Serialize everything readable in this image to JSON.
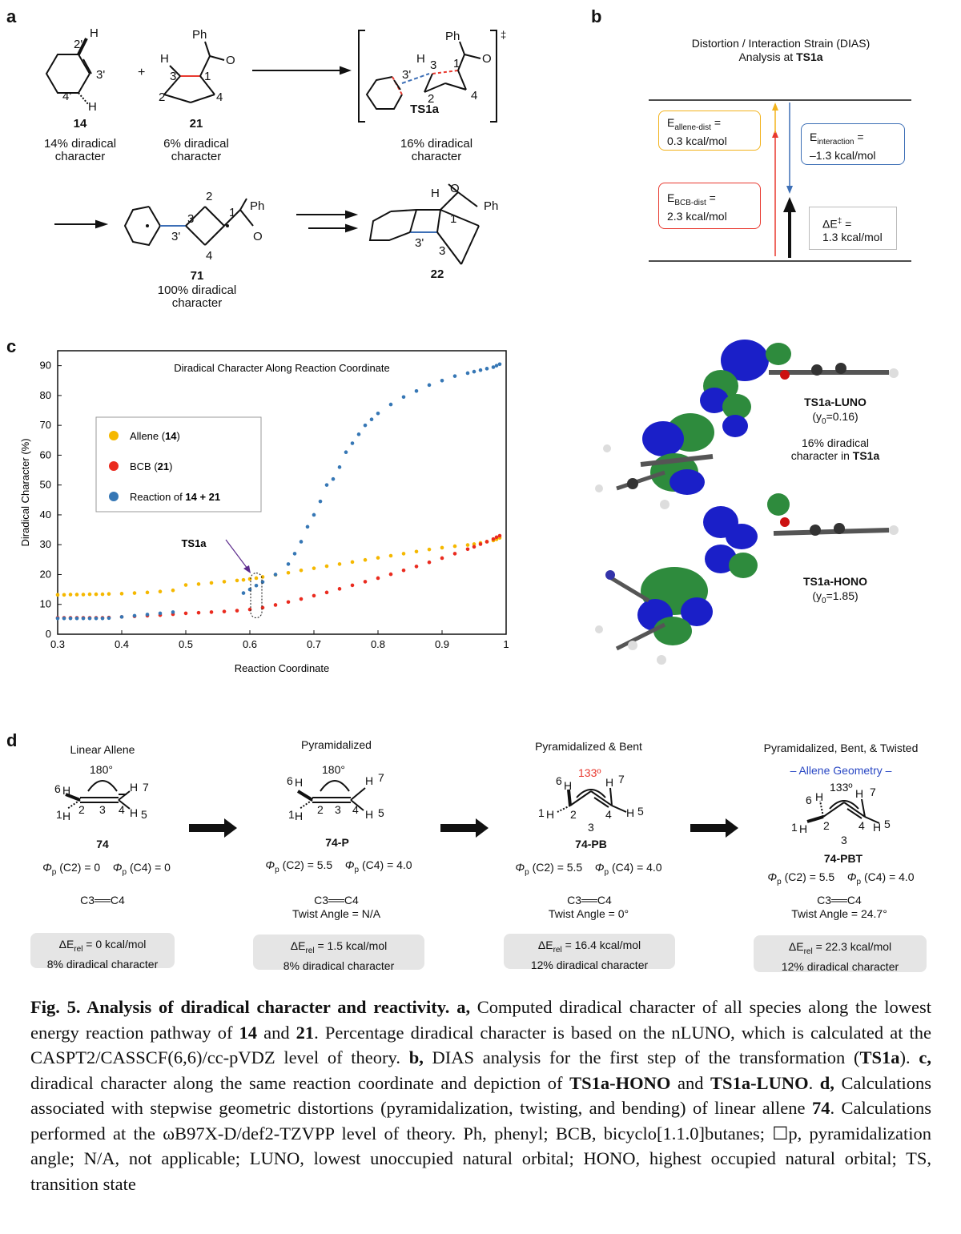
{
  "panels": {
    "a": {
      "letter": "a",
      "compound_14": "14",
      "label_14": "14% diradical\ncharacter",
      "compound_21": "21",
      "label_21": "6% diradical\ncharacter",
      "compound_ts": "TS1a",
      "label_ts": "16% diradical\ncharacter",
      "compound_71": "71",
      "label_71": "100% diradical\ncharacter",
      "compound_22": "22",
      "plus": "+",
      "dagger": "‡",
      "atom_labels": {
        "h": "H",
        "ph": "Ph",
        "o": "O",
        "c1": "1",
        "c2": "2",
        "c3": "3",
        "c4": "4",
        "c2p": "2'",
        "c3p": "3'",
        "c4p": "4'"
      }
    },
    "b": {
      "letter": "b",
      "title_line1": "Distortion / Interaction Strain (DIAS)",
      "title_line2_prefix": "Analysis at ",
      "title_line2_bold": "TS1a",
      "allene_label": "E",
      "allene_sub": "allene-dist",
      "allene_value": " =\n0.3 kcal/mol",
      "bcb_label": "E",
      "bcb_sub": "BCB-dist",
      "bcb_value": " =\n2.3 kcal/mol",
      "inter_label": "E",
      "inter_sub": "interaction",
      "inter_value": " =\n–1.3 kcal/mol",
      "barrier_label": "ΔE",
      "barrier_sup": "‡",
      "barrier_value": " =\n1.3 kcal/mol",
      "colors": {
        "allene": "#f2b21b",
        "bcb": "#e8392f",
        "inter": "#3d6fb6"
      }
    },
    "c": {
      "letter": "c",
      "luno_name": "TS1a-LUNO",
      "luno_y0": "(y",
      "luno_y0_sub": "0",
      "luno_y0_val": "=0.16)",
      "luno_note": "16% diradical\ncharacter in ",
      "luno_note_bold": "TS1a",
      "hono_name": "TS1a-HONO",
      "hono_y0": "(y",
      "hono_y0_sub": "0",
      "hono_y0_val": "=1.85)",
      "orbital_colors": {
        "lobe_a": "#1a1fc8",
        "lobe_b": "#2e8b3d"
      }
    },
    "d": {
      "letter": "d",
      "structures": [
        {
          "heading": "Linear Allene",
          "compound": "74",
          "angle": "180°",
          "phi_c2": "(C2) = 0",
          "phi_c4": "(C4) = 0",
          "bond": "C3══C4",
          "twist": "",
          "energy_prefix": "ΔE",
          "energy_sub": "rel",
          "energy_value": " = 0 kcal/mol",
          "diradical": "8% diradical character"
        },
        {
          "heading": "Pyramidalized",
          "compound": "74-P",
          "angle": "180°",
          "phi_c2": "(C2) = 5.5",
          "phi_c4": "(C4) = 4.0",
          "bond": "C3══C4",
          "twist": "Twist Angle  = N/A",
          "energy_prefix": "ΔE",
          "energy_sub": "rel",
          "energy_value": " =  1.5 kcal/mol",
          "diradical": "8% diradical character"
        },
        {
          "heading": "Pyramidalized & Bent",
          "compound": "74-PB",
          "angle": "133º",
          "phi_c2": "(C2) = 5.5",
          "phi_c4": "(C4) = 4.0",
          "bond": "C3══C4",
          "twist": "Twist Angle = 0°",
          "energy_prefix": "ΔE",
          "energy_sub": "rel",
          "energy_value": " = 16.4 kcal/mol",
          "diradical": "12% diradical character"
        },
        {
          "heading": "Pyramidalized, Bent, & Twisted",
          "compound": "74-PBT",
          "angle": "133º",
          "phi_c2": "(C2) = 5.5",
          "phi_c4": "(C4) = 4.0",
          "bond": "C3══C4",
          "twist": "Twist Angle  = 24.7°",
          "energy_prefix": "ΔE",
          "energy_sub": "rel",
          "energy_value": " = 22.3 kcal/mol",
          "diradical": "12% diradical character"
        }
      ],
      "allene_geometry": "– Allene Geometry –",
      "phi_symbol": "Φ",
      "phi_sub": "p",
      "atoms": {
        "h": "H",
        "n1": "1",
        "n2": "2",
        "n3": "3",
        "n4": "4",
        "n5": "5",
        "n6": "6",
        "n7": "7"
      }
    }
  },
  "caption": {
    "title": "Fig. 5. Analysis of diradical character and reactivity.",
    "a_letter": "a,",
    "a_text1": " Computed diradical character of all species along the lowest energy reaction pathway of ",
    "a_bold1": "14",
    "a_text2": " and ",
    "a_bold2": "21",
    "a_text3": ". Percentage diradical character is based on the nLUNO, which is calculated at the CASPT2/CASSCF(6,6)/cc-pVDZ level of theory. ",
    "b_letter": "b,",
    "b_text1": " DIAS analysis for the first step of the transformation (",
    "b_bold1": "TS1a",
    "b_text2": "). ",
    "c_letter": "c,",
    "c_text1": " diradical character along the same reaction coordinate and depiction of ",
    "c_bold1": "TS1a-HONO",
    "c_text2": " and ",
    "c_bold2": "TS1a-LUNO",
    "c_text3": ". ",
    "d_letter": "d,",
    "d_text1": " Calculations associated with stepwise geometric distortions (pyramidalization, twisting, and bending) of linear allene ",
    "d_bold1": "74",
    "d_text2": ". Calculations performed at the ωB97X-D/def2-TZVPP level of theory. Ph, phenyl; BCB, bicyclo[1.1.0]butanes; ☐p, pyramidalization angle; N/A, not applicable; LUNO, lowest unoccupied natural orbital; HONO, highest occupied natural orbital; TS, transition state"
  },
  "chart_data": {
    "type": "scatter",
    "title": "Diradical Character Along Reaction Coordinate",
    "xlabel": "Reaction Coordinate",
    "ylabel": "Diradical Character (%)",
    "xlim": [
      0.3,
      1.0
    ],
    "ylim": [
      0,
      95
    ],
    "xticks": [
      "0.3",
      "0.4",
      "0.5",
      "0.6",
      "0.7",
      "0.8",
      "0.9",
      "1"
    ],
    "yticks": [
      "0",
      "10",
      "20",
      "30",
      "40",
      "50",
      "60",
      "70",
      "80",
      "90"
    ],
    "legend_position": "left-middle",
    "annotation": "TS1a",
    "series": [
      {
        "name_prefix": "Allene (",
        "name_bold": "14",
        "name_suffix": ")",
        "color": "#f5b800",
        "x": [
          0.3,
          0.31,
          0.32,
          0.33,
          0.34,
          0.35,
          0.36,
          0.37,
          0.38,
          0.4,
          0.42,
          0.44,
          0.46,
          0.48,
          0.5,
          0.52,
          0.54,
          0.56,
          0.58,
          0.59,
          0.6,
          0.61,
          0.62,
          0.64,
          0.66,
          0.68,
          0.7,
          0.72,
          0.74,
          0.76,
          0.78,
          0.8,
          0.82,
          0.84,
          0.86,
          0.88,
          0.9,
          0.92,
          0.94,
          0.95,
          0.96,
          0.97,
          0.98,
          0.985,
          0.99
        ],
        "y": [
          13.2,
          13.2,
          13.3,
          13.3,
          13.3,
          13.4,
          13.4,
          13.4,
          13.5,
          13.6,
          13.8,
          14.0,
          14.3,
          14.7,
          16.5,
          16.8,
          17.2,
          17.6,
          18.0,
          18.2,
          18.5,
          18.8,
          19.2,
          19.9,
          20.6,
          21.4,
          22.1,
          22.8,
          23.5,
          24.2,
          24.9,
          25.6,
          26.3,
          27.0,
          27.7,
          28.4,
          29.0,
          29.5,
          29.9,
          30.2,
          30.6,
          31.0,
          31.4,
          31.8,
          32.3
        ]
      },
      {
        "name_prefix": "BCB (",
        "name_bold": "21",
        "name_suffix": ")",
        "color": "#ea2b1f",
        "x": [
          0.3,
          0.31,
          0.32,
          0.33,
          0.34,
          0.35,
          0.36,
          0.37,
          0.38,
          0.4,
          0.42,
          0.44,
          0.46,
          0.48,
          0.5,
          0.52,
          0.54,
          0.56,
          0.58,
          0.6,
          0.62,
          0.64,
          0.66,
          0.68,
          0.7,
          0.72,
          0.74,
          0.76,
          0.78,
          0.8,
          0.82,
          0.84,
          0.86,
          0.88,
          0.9,
          0.92,
          0.94,
          0.95,
          0.96,
          0.97,
          0.98,
          0.985,
          0.99
        ],
        "y": [
          5.5,
          5.5,
          5.5,
          5.5,
          5.5,
          5.5,
          5.5,
          5.5,
          5.6,
          5.8,
          6.0,
          6.2,
          6.4,
          6.7,
          7.0,
          7.2,
          7.4,
          7.6,
          7.9,
          8.3,
          8.9,
          9.8,
          10.8,
          11.8,
          12.9,
          14.0,
          15.2,
          16.4,
          17.6,
          18.8,
          20.1,
          21.4,
          22.7,
          24.1,
          25.5,
          27.0,
          28.5,
          29.3,
          30.2,
          31.0,
          31.9,
          32.5,
          33.0
        ]
      },
      {
        "name_prefix": "Reaction of ",
        "name_bold": "14 + 21",
        "name_suffix": "",
        "color": "#3677b5",
        "x": [
          0.3,
          0.31,
          0.32,
          0.33,
          0.34,
          0.35,
          0.36,
          0.37,
          0.38,
          0.4,
          0.42,
          0.44,
          0.46,
          0.48,
          0.59,
          0.6,
          0.61,
          0.62,
          0.64,
          0.66,
          0.67,
          0.68,
          0.69,
          0.7,
          0.71,
          0.72,
          0.73,
          0.74,
          0.75,
          0.76,
          0.77,
          0.78,
          0.79,
          0.8,
          0.82,
          0.84,
          0.86,
          0.88,
          0.9,
          0.92,
          0.94,
          0.95,
          0.96,
          0.97,
          0.98,
          0.985,
          0.99
        ],
        "y": [
          5.3,
          5.3,
          5.3,
          5.3,
          5.3,
          5.3,
          5.3,
          5.3,
          5.4,
          5.8,
          6.2,
          6.6,
          7.0,
          7.4,
          13.8,
          15.0,
          16.3,
          17.5,
          20.0,
          23.5,
          27.0,
          31.0,
          36.0,
          40.0,
          44.5,
          50.0,
          52.0,
          56.0,
          61.0,
          64.0,
          67.0,
          70.0,
          72.0,
          74.0,
          77.0,
          79.5,
          81.5,
          83.5,
          85.0,
          86.5,
          87.5,
          88.0,
          88.5,
          89.0,
          89.5,
          90.0,
          90.5
        ]
      }
    ]
  }
}
